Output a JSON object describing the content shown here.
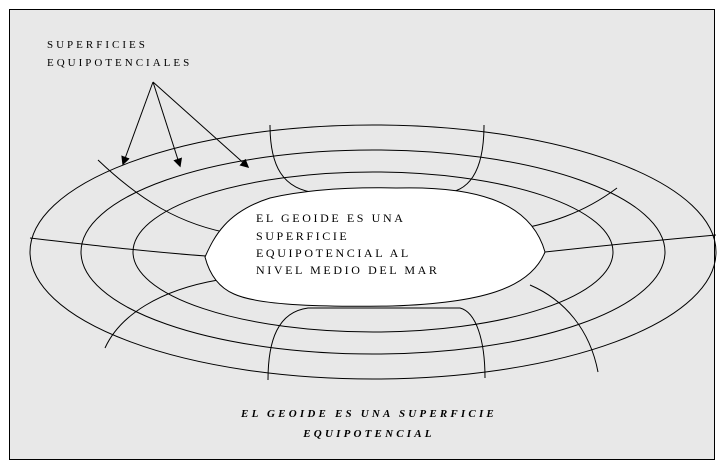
{
  "labels": {
    "surfaces_line1": "SUPERFICIES",
    "surfaces_line2": "EQUIPOTENCIALES"
  },
  "center_text": {
    "line1": "EL GEOIDE ES UNA",
    "line2": "SUPERFICIE",
    "line3": "EQUIPOTENCIAL AL",
    "line4": "NIVEL MEDIO DEL MAR"
  },
  "caption": {
    "line1": "EL GEOIDE ES UNA SUPERFICIE",
    "line2": "EQUIPOTENCIAL"
  },
  "colors": {
    "stroke": "#000000",
    "panel_background": "#e8e8e8",
    "geoid_fill": "#ffffff"
  }
}
